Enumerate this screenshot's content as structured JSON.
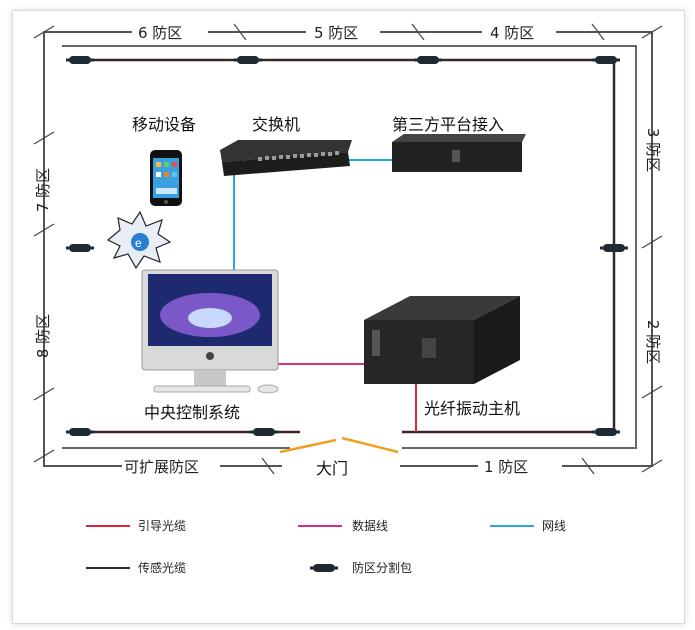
{
  "zones": {
    "z1": "1 防区",
    "z2": "2 防区",
    "z3": "3 防区",
    "z4": "4 防区",
    "z5": "5 防区",
    "z6": "6 防区",
    "z7": "7 防区",
    "z8": "8 防区",
    "expand": "可扩展防区"
  },
  "gate": "大门",
  "devices": {
    "mobile": "移动设备",
    "switch": "交换机",
    "third_party": "第三方平台接入",
    "central": "中央控制系统",
    "host": "光纤振动主机"
  },
  "legend": {
    "guide_cable": "引导光缆",
    "data_line": "数据线",
    "network_line": "网线",
    "sensing_cable": "传感光缆",
    "splitter": "防区分割包"
  },
  "colors": {
    "guide_cable": "#d9243a",
    "data_line": "#d6307e",
    "network_line": "#2aa7dc",
    "sensing_cable": "#3a2626",
    "gate": "#f0a020"
  }
}
